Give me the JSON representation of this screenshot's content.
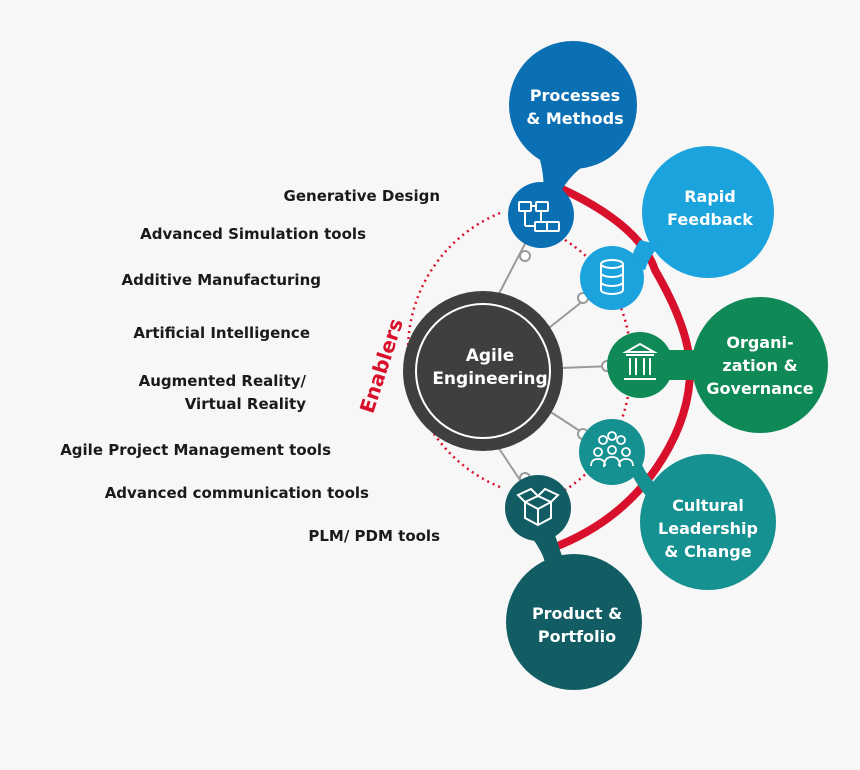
{
  "center": {
    "line1": "Agile",
    "line2": "Engineering"
  },
  "enablers_label": "Enablers",
  "tools": [
    "Generative Design",
    "Advanced Simulation tools",
    "Additive Manufacturing",
    "Artificial Intelligence",
    "Augmented Reality/",
    "Virtual Reality",
    "Agile Project Management tools",
    "Advanced communication tools",
    "PLM/ PDM tools"
  ],
  "pillars": {
    "processes": {
      "line1": "Processes",
      "line2": "& Methods",
      "color": "#0b6fb3"
    },
    "rapid": {
      "line1": "Rapid",
      "line2": "Feedback",
      "color": "#1aa3dd"
    },
    "organization": {
      "line1": "Organi-",
      "line2": "zation &",
      "line3": "Governance",
      "color": "#0f8a56"
    },
    "cultural": {
      "line1": "Cultural",
      "line2": "Leadership",
      "line3": "& Change",
      "color": "#169191"
    },
    "product": {
      "line1": "Product &",
      "line2": "Portfolio",
      "color": "#125d64"
    }
  },
  "icons": [
    "workflow-icon",
    "database-icon",
    "institution-icon",
    "team-icon",
    "box-icon"
  ],
  "accent_color": "#d8102c",
  "center_color": "#3f3f3f"
}
